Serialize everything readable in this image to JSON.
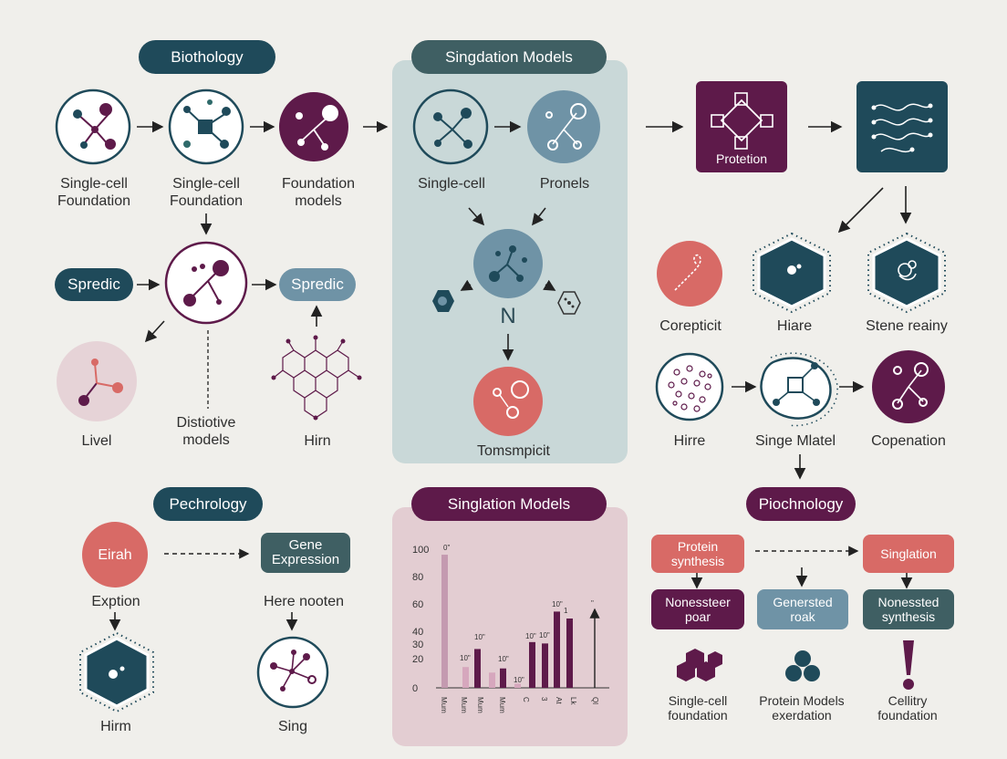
{
  "colors": {
    "teal": "#1f4a5a",
    "plum": "#5e1a4a",
    "coral": "#d86a66",
    "steel": "#6f93a6",
    "panel_blue": "#c9d8d8",
    "panel_pink": "#e3cdd2"
  },
  "headers": {
    "biothology": "Biothology",
    "singdation": "Singdation Models",
    "pechrology": "Pechrology",
    "singlation": "Singlation Models",
    "piochnology": "Piochnology"
  },
  "left": {
    "node1": "Single-cell\nFoundation",
    "node2": "Single-cell\nFoundation",
    "node3": "Foundation\nmodels",
    "spredic_left": "Spredic",
    "spredic_right": "Spredic",
    "livel": "Livel",
    "distiotive": "Distiotive\nmodels",
    "hirn": "Hirn"
  },
  "middle": {
    "single_cell": "Single-cell",
    "pronels": "Pronels",
    "n_letter": "N",
    "tomsmpicit": "Tomsmpicit"
  },
  "right": {
    "protetion": "Protetion",
    "corepticit": "Corepticit",
    "hiare": "Hiare",
    "stene_reainy": "Stene reainy",
    "hirre": "Hirre",
    "singe_mlatel": "Singe Mlatel",
    "copenation": "Copenation"
  },
  "bottom_left": {
    "eirah": "Eirah",
    "gene_expression": "Gene\nExpression",
    "exption": "Exption",
    "here_nooten": "Here nooten",
    "hirm": "Hirm",
    "sing": "Sing"
  },
  "bottom_right": {
    "protein_synthesis": "Protein\nsynthesis",
    "singlation_box": "Singlation",
    "nonessteer_poar": "Nonessteer\npoar",
    "genersted_roak": "Genersted\nroak",
    "nonessted_synthesis": "Nonessted\nsynthesis",
    "single_cell_foundation": "Single-cell\nfoundation",
    "protein_models": "Protein Models\nexerdation",
    "cellitry": "Cellitry\nfoundation"
  },
  "chart_data": {
    "type": "bar",
    "y_ticks": [
      "100",
      "80",
      "60",
      "40",
      "30",
      "20",
      "0"
    ],
    "bar_labels": [
      "0\"",
      "10\"",
      "10\"",
      "10\"",
      "10\"",
      "10\"",
      "10\"",
      "10\"",
      "1"
    ],
    "x_labels": [
      "Mum",
      "Mum",
      "Mum",
      "Mum",
      "C",
      "3",
      "At",
      "Lk",
      "Ql"
    ],
    "series": [
      {
        "values": [
          96,
          0,
          0,
          0,
          0,
          0,
          0,
          0,
          0
        ]
      },
      {
        "values": [
          0,
          15,
          0,
          0,
          0,
          0,
          0,
          0,
          0
        ]
      },
      {
        "values": [
          0,
          28,
          0,
          0,
          0,
          0,
          0,
          0,
          0
        ]
      },
      {
        "values": [
          0,
          0,
          11,
          0,
          0,
          0,
          0,
          0,
          0
        ]
      },
      {
        "values": [
          0,
          0,
          14,
          0,
          0,
          0,
          0,
          0,
          0
        ]
      },
      {
        "values": [
          0,
          0,
          0,
          3,
          0,
          0,
          0,
          0,
          0
        ]
      },
      {
        "values": [
          0,
          0,
          0,
          33,
          0,
          0,
          0,
          0,
          0
        ]
      },
      {
        "values": [
          0,
          0,
          0,
          0,
          32,
          0,
          0,
          0,
          0
        ]
      },
      {
        "values": [
          0,
          0,
          0,
          0,
          55,
          0,
          0,
          0,
          0
        ]
      },
      {
        "values": [
          0,
          0,
          0,
          0,
          0,
          50,
          0,
          0,
          0
        ]
      }
    ]
  }
}
